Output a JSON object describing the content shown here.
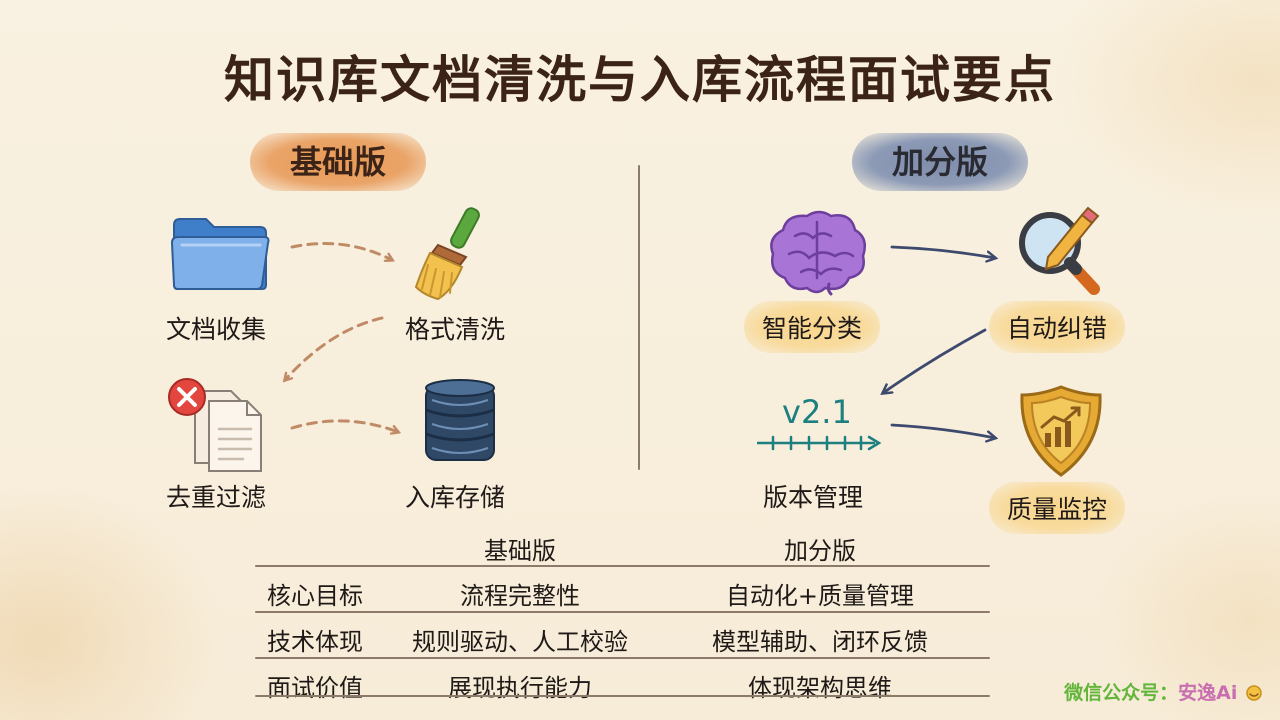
{
  "title": "知识库文档清洗与入库流程面试要点",
  "basic": {
    "label": "基础版",
    "steps": [
      "文档收集",
      "格式清洗",
      "去重过滤",
      "入库存储"
    ]
  },
  "bonus": {
    "label": "加分版",
    "steps": [
      "智能分类",
      "自动纠错",
      "版本管理",
      "质量监控"
    ],
    "version_text": "v2.1"
  },
  "table": {
    "headers": [
      "",
      "基础版",
      "加分版"
    ],
    "rows": [
      [
        "核心目标",
        "流程完整性",
        "自动化+质量管理"
      ],
      [
        "技术体现",
        "规则驱动、人工校验",
        "模型辅助、闭环反馈"
      ],
      [
        "面试价值",
        "展现执行能力",
        "体现架构思维"
      ]
    ]
  },
  "watermark": {
    "prefix": "微信公众号：",
    "brand": "安逸Ai"
  },
  "colors": {
    "title": "#3b2417",
    "basic_pill": "#e99a55",
    "bonus_pill": "#7f8dab",
    "highlight": "#f9d68e",
    "basic_arrow": "#c08a66",
    "bonus_arrow": "#3d4a6e",
    "version_teal": "#1c7f80"
  },
  "icons": [
    "folder-icon",
    "broom-icon",
    "duplicate-files-icon",
    "database-icon",
    "brain-icon",
    "magnifier-pencil-icon",
    "version-timeline-icon",
    "shield-chart-icon"
  ]
}
